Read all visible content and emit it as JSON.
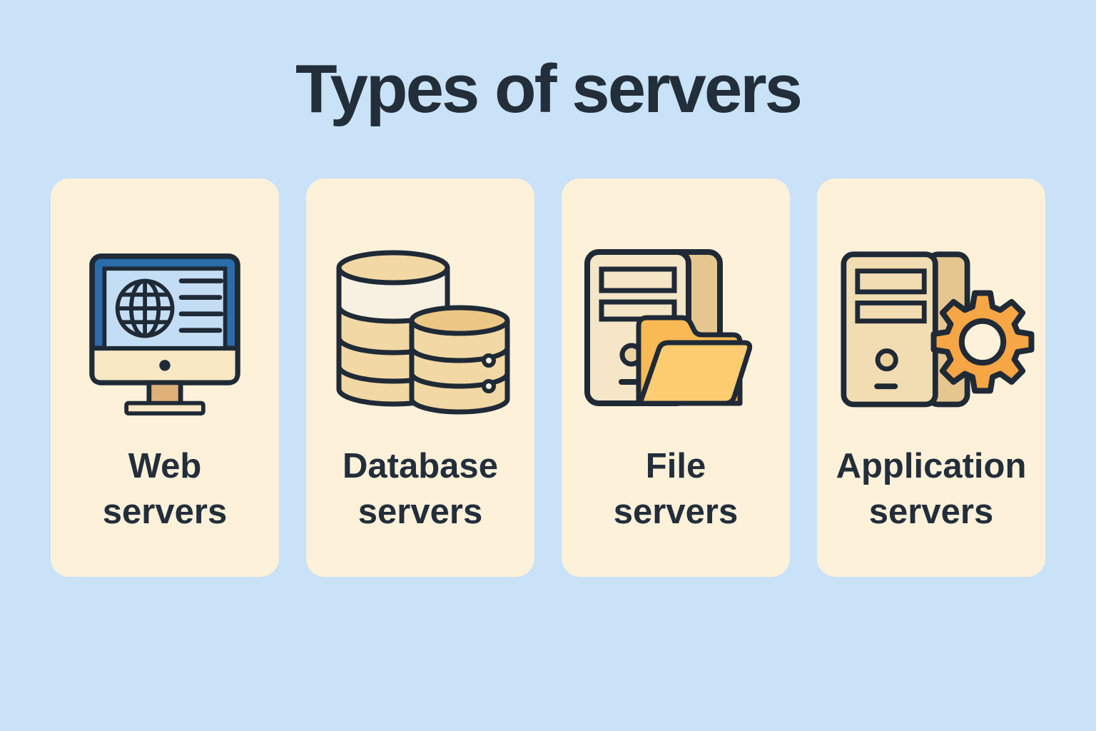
{
  "title": "Types of servers",
  "cards": [
    {
      "id": "web-servers",
      "label": "Web\nservers",
      "icon": "web-server-monitor-globe-icon"
    },
    {
      "id": "database-servers",
      "label": "Database\nservers",
      "icon": "database-cylinders-icon"
    },
    {
      "id": "file-servers",
      "label": "File\nservers",
      "icon": "file-server-tower-folder-icon"
    },
    {
      "id": "application-servers",
      "label": "Application\nservers",
      "icon": "application-server-tower-gear-icon"
    }
  ],
  "colors": {
    "background": "#c9e2f7",
    "card": "#fdf1da",
    "outline_navy": "#1f2a36",
    "text_navy": "#232e3b",
    "monitor_frame_blue": "#2b6cab",
    "monitor_screen_blue": "#c3ddf4",
    "monitor_cream": "#f7e7c3",
    "stand_tan": "#e0b079",
    "db_tan": "#f2d8a4",
    "db_offwhite": "#f8f1e1",
    "db_top_tan": "#ebc685",
    "tower_cream": "#f4e6c6",
    "tower_side_tan": "#e6c68f",
    "folder_back_orange": "#f9ba55",
    "folder_front_orange": "#fdcb70",
    "gear_orange": "#f7a645"
  }
}
